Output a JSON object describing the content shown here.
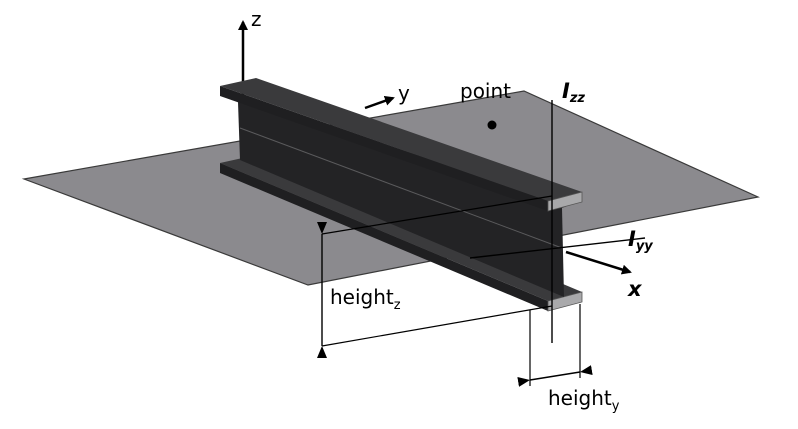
{
  "labels": {
    "z_axis": "z",
    "y_axis": "y",
    "x_axis": "x",
    "point": "point",
    "izz_main": "I",
    "izz_sub": "zz",
    "iyy_main": "I",
    "iyy_sub": "yy",
    "height_z_main": "height",
    "height_z_sub": "z",
    "height_y_main": "height",
    "height_y_sub": "y"
  },
  "colors": {
    "plane": "#8b8a8e",
    "beam_top": "#3a3a3c",
    "beam_side": "#1f1f21",
    "beam_end": "#a9a9ab",
    "line": "#000000"
  }
}
